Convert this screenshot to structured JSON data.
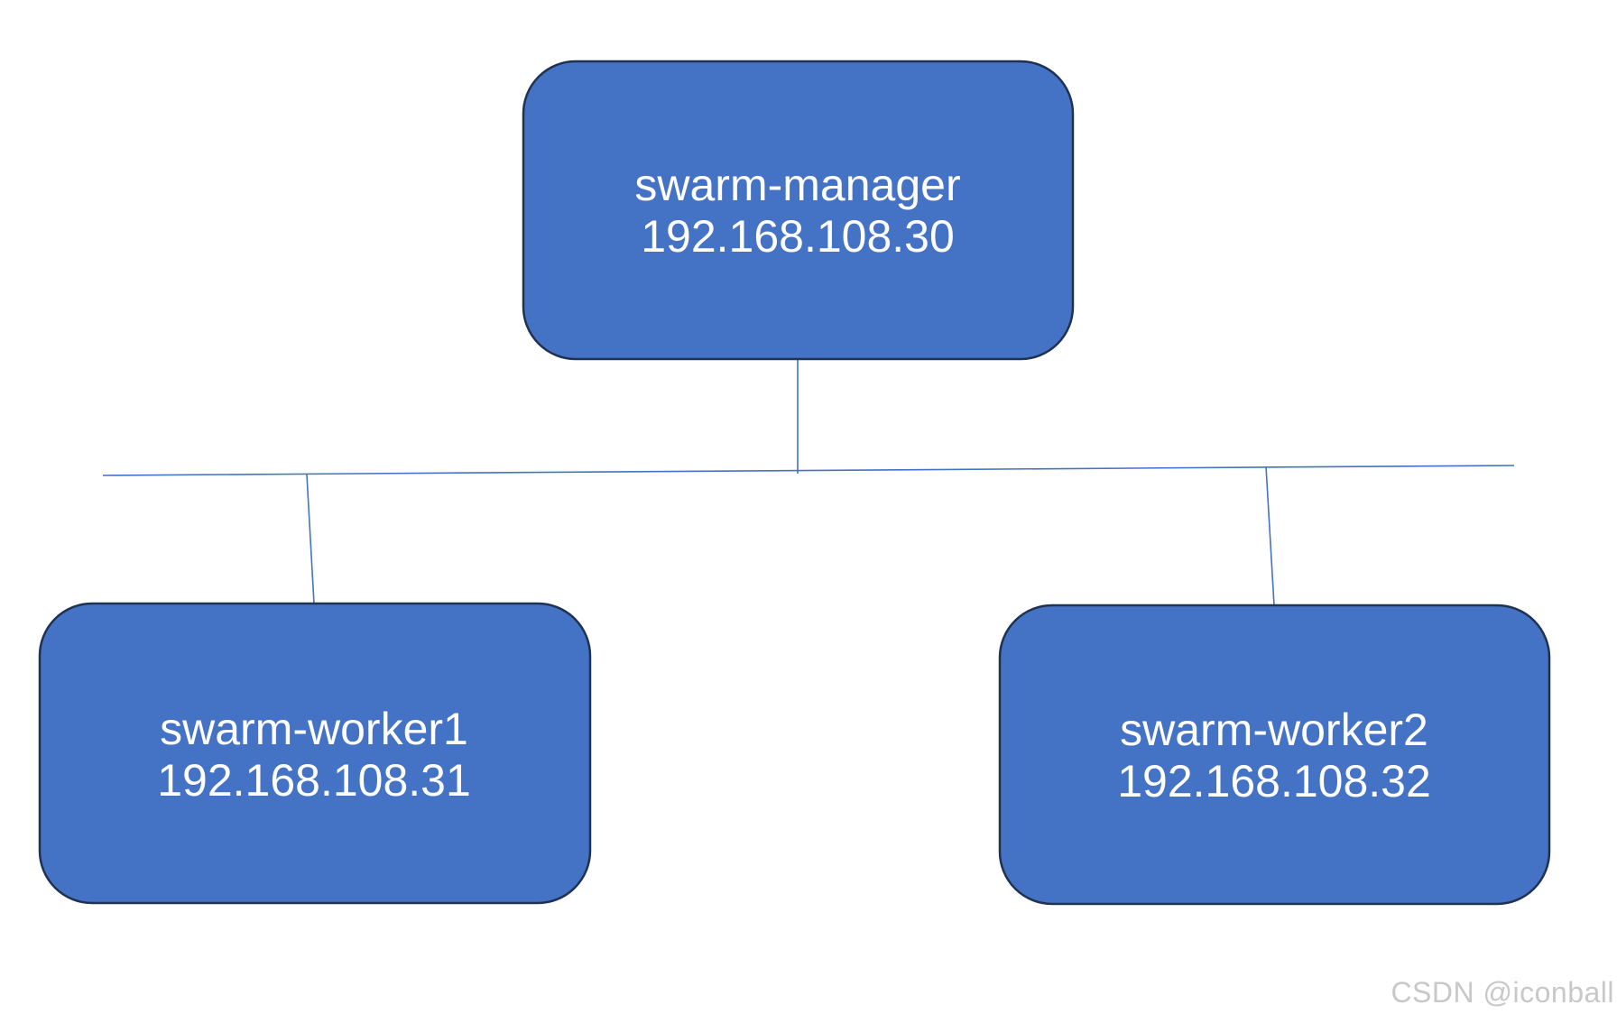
{
  "colors": {
    "node_fill": "#4472c4",
    "node_border": "#1f3251",
    "connector": "#4472c4",
    "label_text": "#ffffff",
    "watermark_text": "#c8c8c8",
    "background": "#ffffff"
  },
  "nodes": {
    "manager": {
      "name": "swarm-manager",
      "ip": "192.168.108.30"
    },
    "worker1": {
      "name": "swarm-worker1",
      "ip": "192.168.108.31"
    },
    "worker2": {
      "name": "swarm-worker2",
      "ip": "192.168.108.32"
    }
  },
  "watermark": {
    "text": "CSDN @iconball"
  }
}
